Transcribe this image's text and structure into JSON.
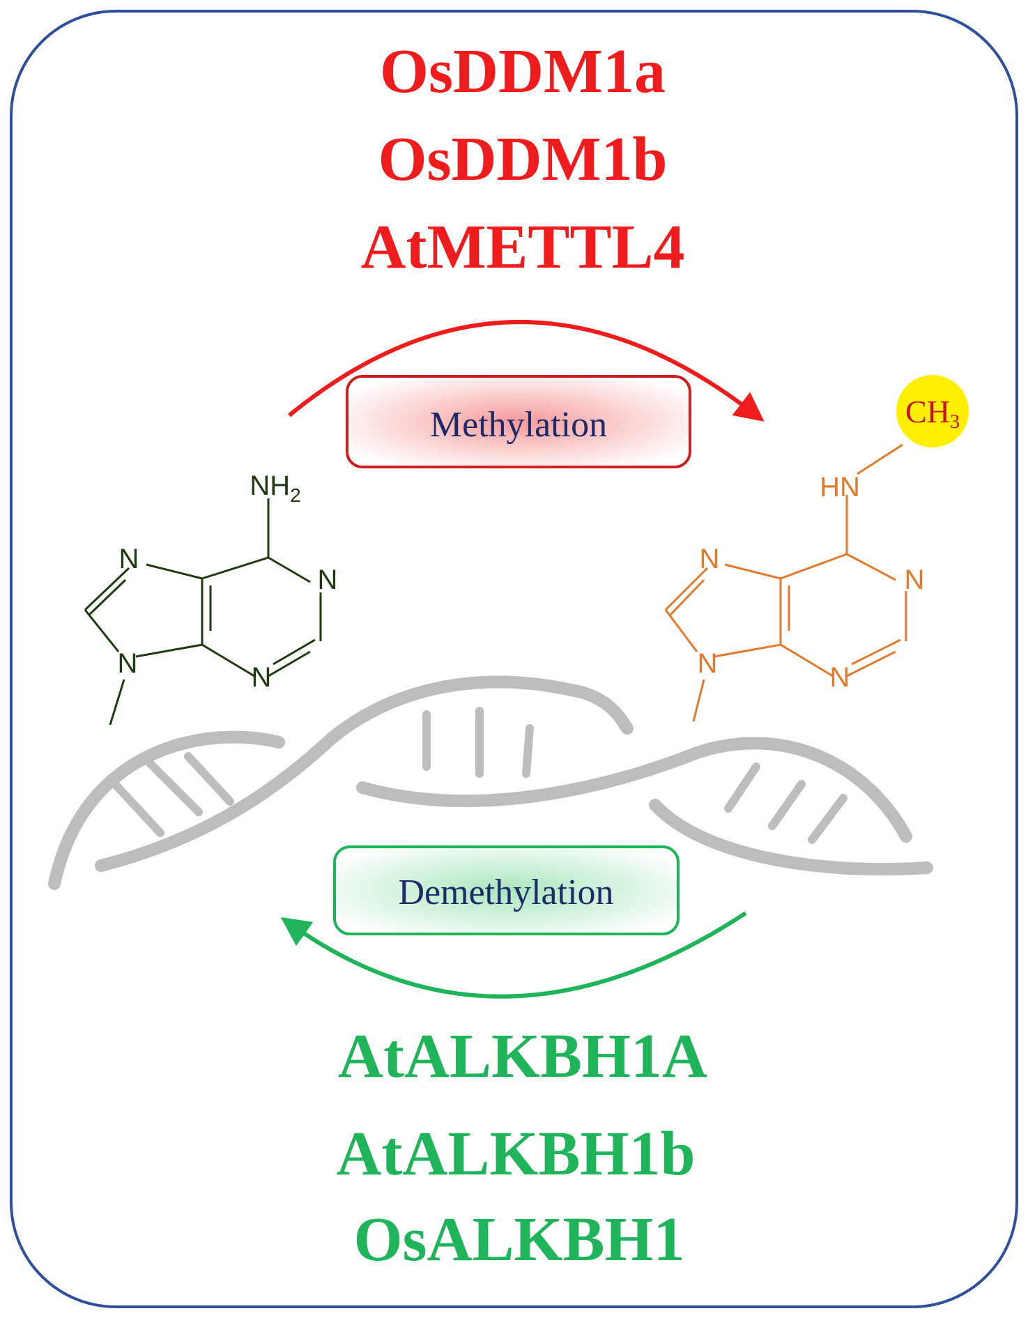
{
  "colors": {
    "methylation": "#ee1c1c",
    "demethylation": "#1fb35a",
    "label_text": "#1c2a66",
    "adenine": "#1f3a12",
    "methyladenine": "#e07a2c",
    "methyl_badge": "#ffef00",
    "methyl_text": "#c8102e",
    "dna": "#bdbdbd",
    "frame": "#2f4f9a"
  },
  "methylation": {
    "enzymes": [
      "OsDDM1a",
      "OsDDM1b",
      "AtMETTL4"
    ],
    "label": "Methylation",
    "arrow_icon": "arrow-right-icon"
  },
  "demethylation": {
    "enzymes": [
      "AtALKBH1A",
      "AtALKBH1b",
      "OsALKBH1"
    ],
    "label": "Demethylation",
    "arrow_icon": "arrow-left-icon"
  },
  "adenine": {
    "amino": "NH",
    "amino_sub": "2",
    "ring_atom": "N"
  },
  "methyladenine": {
    "amine": "HN",
    "ring_atom": "N",
    "methyl": "CH",
    "methyl_sub": "3"
  }
}
